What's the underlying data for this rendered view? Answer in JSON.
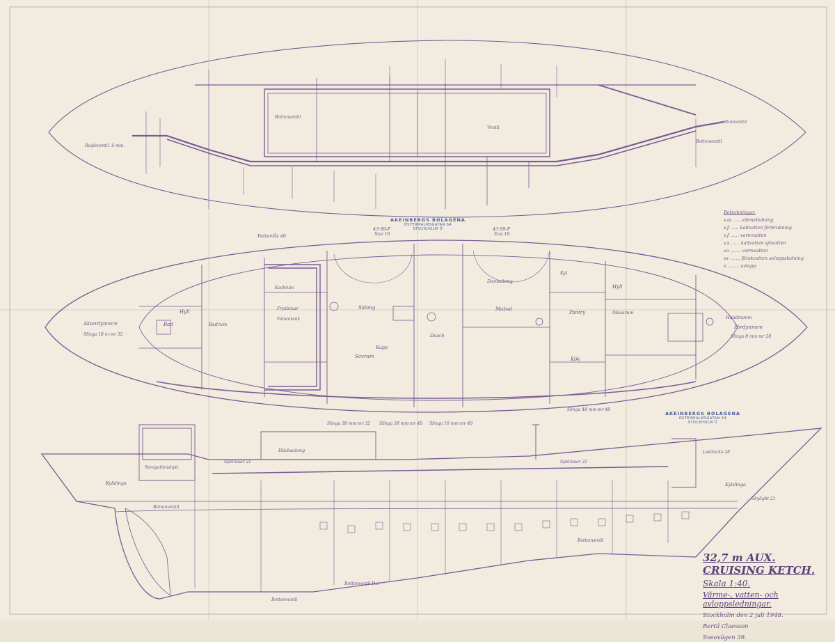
{
  "title_block": {
    "title": "32,7 m AUX. CRUISING KETCH.",
    "scale": "Skala 1:40.",
    "subtitle": "Värme-, vatten- och avloppsledningar.",
    "place_date": "Stockholm den 2 juli 1948.",
    "author": "Bertil Claesson",
    "address": "Sveavägen 39."
  },
  "stamp": {
    "company": "AKEINBERGS BOLAGENA",
    "street": "ÖSTERMALMSGATAN 64",
    "city": "STOCKHOLM Ö"
  },
  "legend": {
    "title": "Beteckningar.",
    "rows": [
      "v.ta ..... värmeledning",
      "v.f. ..... kallvatten förbrukning",
      "v.f ...... varmvatten",
      "v.s ...... kallvatten sjövatten",
      "va ....... varmvatten",
      "vs ....... färskvatten avloppsledning",
      "e ........ avlopp"
    ]
  },
  "labels": {
    "deck_regulator": "Regleventil. 6 mm.",
    "deck_bottenventil": "Bottenventil",
    "deck_ventil": "Ventil",
    "deck_sumventil": "Stumventil",
    "deck_bottenventil_r": "Bottenventil",
    "vattenlax": "Vattenlås 40",
    "mid_4399": "43·99-P",
    "mid_4399b": "43·99-P",
    "mid_size18": "Size 18",
    "mid_size18b": "Size 18",
    "akterdamm": "Akterdynnore",
    "akterslinga": "Slinga 18 m·mr 32",
    "hyll_l": "Hyll",
    "hyll_r": "Hyll",
    "bad": "Bad",
    "badrum": "Badrum",
    "duschrum": "Dusch",
    "kapp": "Kapp",
    "salong": "Salong",
    "sovrum": "Sovrum",
    "pentry": "Pantry",
    "kok": "Kök",
    "matsal": "Matsal",
    "damsalong": "Damsalong",
    "mastrum": "Mässrum",
    "kockrum": "Kockrum",
    "kyl": "Kyl",
    "frysboxar": "Frysboxar",
    "vatten_tank": "Vattentank",
    "slinga_bottom1": "Slinga 38 mm·mr 32",
    "slinga_bottom2": "Slinga 38 mm·mr 40",
    "slinga_bottom3": "Slinga 16 mm·mr 40",
    "slinga_bottom4": "Slinga 48 mm·mr 40",
    "handrumm": "Handrumm",
    "fordynnore": "Fördynnore",
    "forslinga": "Slinga 8 mm·mr 28",
    "sec_navigation": "Navigationshytt",
    "sec_dackssalong": "Däcksalong",
    "sec_kyl": "Kylslinga",
    "sec_bottenventil": "Bottenventil",
    "sec_bottenventil2": "Bottenventil Dat",
    "sec_bottenventil3": "Bottenventil",
    "sec_bottenventil4": "Bottenventil",
    "sec_speldoser": "Spelrasor 21",
    "sec_speldoser2": "Spelrasor 21",
    "sec_kylslinga2": "Kylslinga",
    "sec_skylight": "Skylight 21",
    "sec_lokal": "Lastlucka 28"
  }
}
